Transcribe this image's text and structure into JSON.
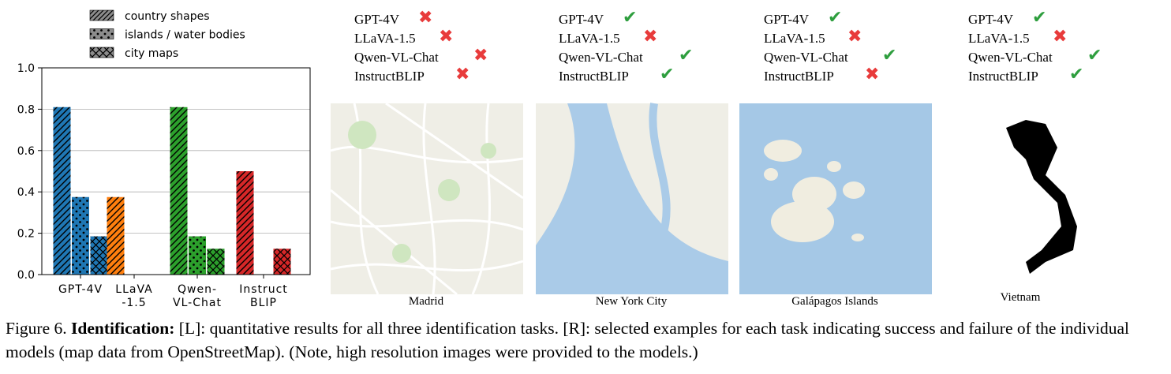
{
  "chart_data": {
    "type": "bar",
    "categories": [
      "GPT-4V",
      "LLaVA\n-1.5",
      "Qwen-\nVL-Chat",
      "Instruct\nBLIP"
    ],
    "series": [
      {
        "name": "country shapes",
        "values": [
          0.81,
          0.375,
          0.81,
          0.5
        ],
        "hatch": "diagonal"
      },
      {
        "name": "islands / water bodies",
        "values": [
          0.375,
          0.0,
          0.185,
          0.0
        ],
        "hatch": "dots"
      },
      {
        "name": "city maps",
        "values": [
          0.185,
          0.0,
          0.125,
          0.125
        ],
        "hatch": "crosshatch"
      }
    ],
    "category_colors": [
      "#1f77b4",
      "#ff7f0e",
      "#2ca02c",
      "#d62728"
    ],
    "ylim": [
      0,
      1.0
    ],
    "yticks": [
      "0.0",
      "0.2",
      "0.4",
      "0.6",
      "0.8",
      "1.0"
    ],
    "grid": "horizontal",
    "legend_placement": "top-left, outside above axes"
  },
  "examples": [
    {
      "caption": "Madrid",
      "map_type": "city-map",
      "results": [
        {
          "model": "GPT-4V",
          "correct": false
        },
        {
          "model": "LLaVA-1.5",
          "correct": false
        },
        {
          "model": "Qwen-VL-Chat",
          "correct": false
        },
        {
          "model": "InstructBLIP",
          "correct": false
        }
      ]
    },
    {
      "caption": "New York City",
      "map_type": "city-map-water",
      "results": [
        {
          "model": "GPT-4V",
          "correct": true
        },
        {
          "model": "LLaVA-1.5",
          "correct": false
        },
        {
          "model": "Qwen-VL-Chat",
          "correct": true
        },
        {
          "model": "InstructBLIP",
          "correct": true
        }
      ]
    },
    {
      "caption": "Galápagos Islands",
      "map_type": "islands",
      "results": [
        {
          "model": "GPT-4V",
          "correct": true
        },
        {
          "model": "LLaVA-1.5",
          "correct": false
        },
        {
          "model": "Qwen-VL-Chat",
          "correct": true
        },
        {
          "model": "InstructBLIP",
          "correct": false
        }
      ]
    },
    {
      "caption": "Vietnam",
      "map_type": "country-shape",
      "results": [
        {
          "model": "GPT-4V",
          "correct": true
        },
        {
          "model": "LLaVA-1.5",
          "correct": false
        },
        {
          "model": "Qwen-VL-Chat",
          "correct": true
        },
        {
          "model": "InstructBLIP",
          "correct": true
        }
      ]
    }
  ],
  "marks": {
    "correct": "✔",
    "wrong": "✖",
    "correct_color": "#2e9e3e",
    "wrong_color": "#e83b3b"
  },
  "figure_caption": {
    "label": "Figure 6.",
    "title": "Identification:",
    "text": "[L]: quantitative results for all three identification tasks. [R]: selected examples for each task indicating success and failure of the individual models (map data from OpenStreetMap). (Note, high resolution images were provided to the models.)"
  }
}
